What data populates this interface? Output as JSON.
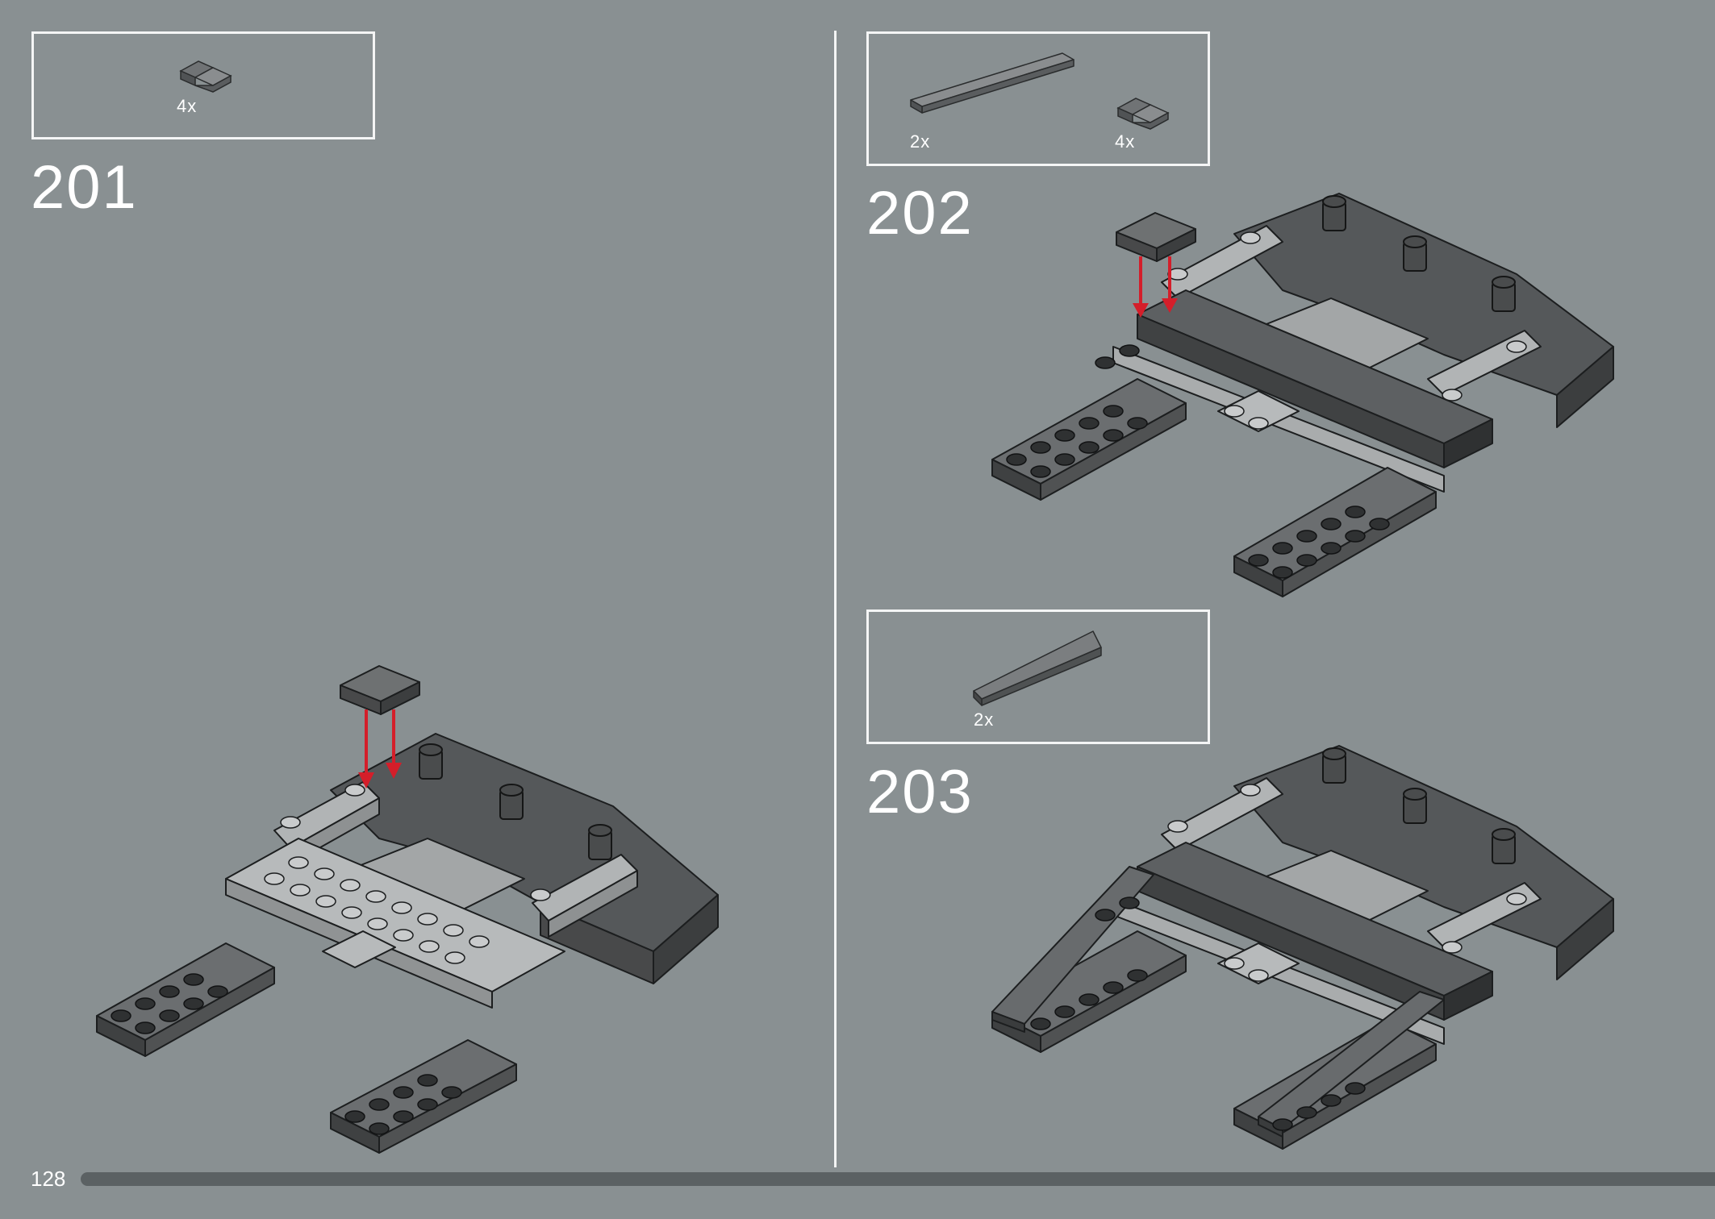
{
  "page": {
    "number": "128",
    "progress_bar": true
  },
  "colors": {
    "background": "#899092",
    "frame": "#f4f5f5",
    "brick_dark": "#444748",
    "brick_mid": "#6b6e70",
    "brick_light": "#a3a6a7",
    "arrow": "#d41e2a",
    "progress_track": "#5b6163"
  },
  "steps": [
    {
      "number": "201",
      "parts": [
        {
          "qty": "4x",
          "icon": "wedge-slope-brick-dark-gray"
        }
      ]
    },
    {
      "number": "202",
      "parts": [
        {
          "qty": "2x",
          "icon": "long-plate-dark-gray"
        },
        {
          "qty": "4x",
          "icon": "wedge-slope-brick-dark-gray"
        }
      ]
    },
    {
      "number": "203",
      "parts": [
        {
          "qty": "2x",
          "icon": "tapered-wedge-plate-dark-gray"
        }
      ]
    }
  ]
}
